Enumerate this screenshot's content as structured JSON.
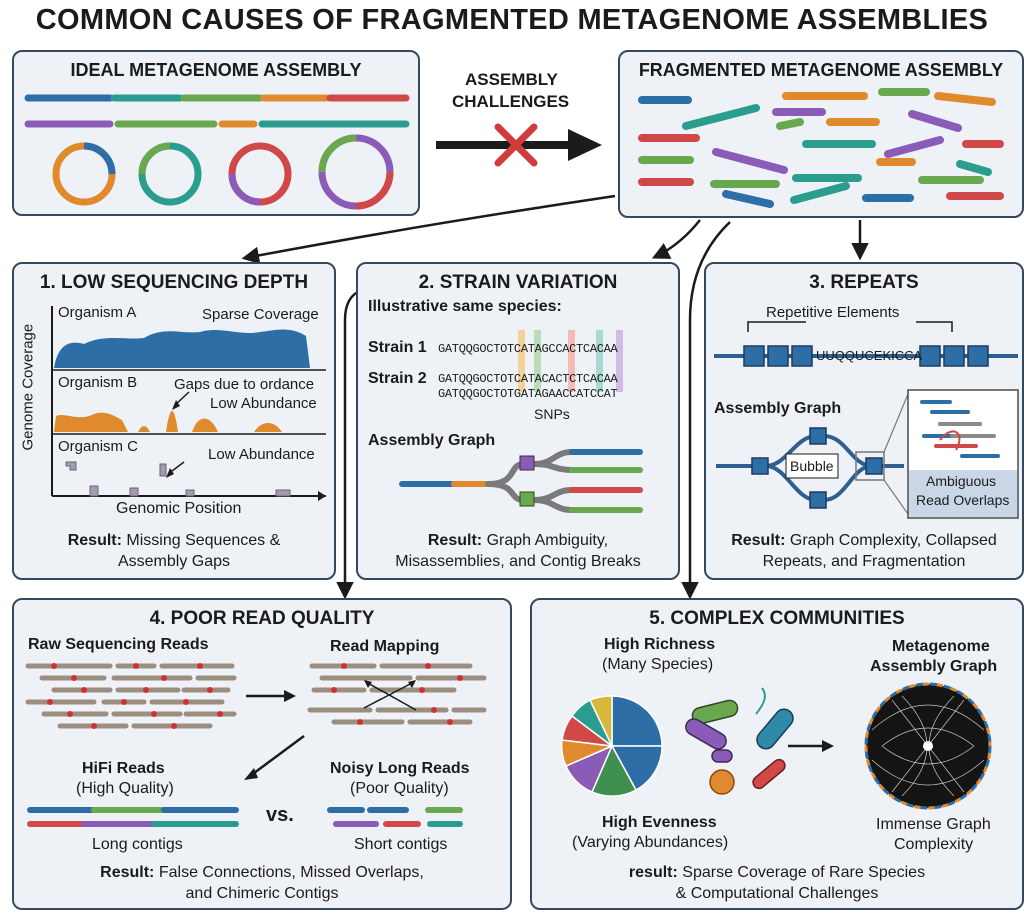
{
  "title": "COMMON CAUSES OF FRAGMENTED METAGENOME ASSEMBLIES",
  "top": {
    "ideal_title": "IDEAL METAGENOME ASSEMBLY",
    "challenges": [
      "ASSEMBLY",
      "CHALLENGES"
    ],
    "fragmented_title": "FRAGMENTED METAGENOME ASSEMBLY"
  },
  "p1": {
    "title": "1. LOW SEQUENCING DEPTH",
    "ylabel": "Genome Coverage",
    "xlabel": "Genomic Position",
    "org_a": "Organism A",
    "org_b": "Organism B",
    "org_c": "Organism C",
    "sparse": "Sparse Coverage",
    "gaps": "Gaps due to ordance",
    "low_ab_1": "Low Abundance",
    "low_ab_2": "Low Abundance",
    "result_label": "Result:",
    "result_line1": "Missing Sequences &",
    "result_line2": "Assembly Gaps"
  },
  "p2": {
    "title": "2. STRAIN VARIATION",
    "subtitle": "Illustrative same species:",
    "strain1": "Strain 1",
    "strain2": "Strain 2",
    "seq1": "GATQQGOCTOTCATAGCCACTCACAA",
    "seq2": "GATQQGOCTOTCATACACTCTCACAA",
    "seq3": "GATQQGOCTOTGATAGAACCATCCAT",
    "snps": "SNPs",
    "graph_label": "Assembly Graph",
    "result_label": "Result:",
    "result_line1": "Graph Ambiguity,",
    "result_line2": "Misassemblies, and Contig Breaks"
  },
  "p3": {
    "title": "3. REPEATS",
    "repetitive": "Repetitive Elements",
    "seq": "UUQQUCEKICCA",
    "graph_label": "Assembly Graph",
    "bubble": "Bubble",
    "ambiguous_1": "Ambiguous",
    "ambiguous_2": "Read Overlaps",
    "result_label": "Result:",
    "result_line1": "Graph Complexity, Collapsed",
    "result_line2": "Repeats, and Fragmentation"
  },
  "p4": {
    "title": "4. POOR READ QUALITY",
    "raw": "Raw Sequencing Reads",
    "mapping": "Read Mapping",
    "hifi": "HiFi Reads",
    "hifi_sub": "(High Quality)",
    "noisy": "Noisy Long Reads",
    "noisy_sub": "(Poor Quality)",
    "vs": "vs.",
    "long": "Long contigs",
    "short": "Short contigs",
    "result_label": "Result:",
    "result_line1": "False Connections, Missed Overlaps,",
    "result_line2": "and Chimeric Contigs"
  },
  "p5": {
    "title": "5. COMPLEX COMMUNITIES",
    "richness": "High Richness",
    "richness_sub": "(Many Species)",
    "evenness": "High Evenness",
    "evenness_sub": "(Varying Abundances)",
    "graph_title_1": "Metagenome",
    "graph_title_2": "Assembly Graph",
    "immense_1": "Immense Graph",
    "immense_2": "Complexity",
    "result_label": "result:",
    "result_line1": "Sparse Coverage of Rare Species",
    "result_line2": "& Computational Challenges"
  },
  "colors": {
    "blue": "#2e6ea6",
    "teal": "#2a9d8f",
    "green": "#6aa84f",
    "orange": "#e08a2e",
    "red": "#d04848",
    "purple": "#8a5cb8",
    "panel_bg": "#eef2f7",
    "panel_border": "#34495e"
  }
}
